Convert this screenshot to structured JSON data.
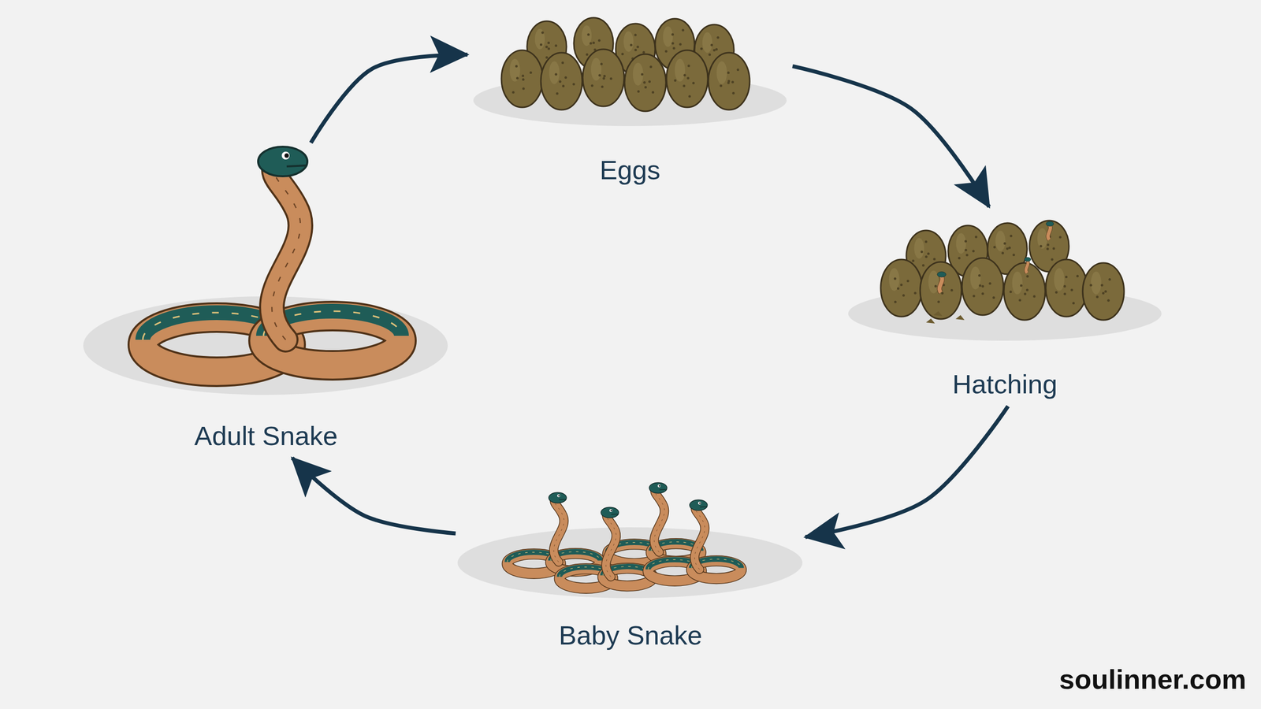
{
  "diagram": {
    "nodes": [
      {
        "text": [
          "Eggs"
        ]
      },
      {
        "text": [
          "Hatching"
        ]
      },
      {
        "text": [
          "Baby Snake"
        ]
      },
      {
        "text": [
          "Adult Snake"
        ]
      }
    ],
    "edges": [
      {
        "from": 0,
        "to": 1,
        "arrow": "to"
      },
      {
        "from": 1,
        "to": 2,
        "arrow": "to"
      },
      {
        "from": 2,
        "to": 3,
        "arrow": "to"
      },
      {
        "from": 3,
        "to": 0,
        "arrow": "to"
      }
    ],
    "labels": [
      "soulinner.com"
    ]
  }
}
